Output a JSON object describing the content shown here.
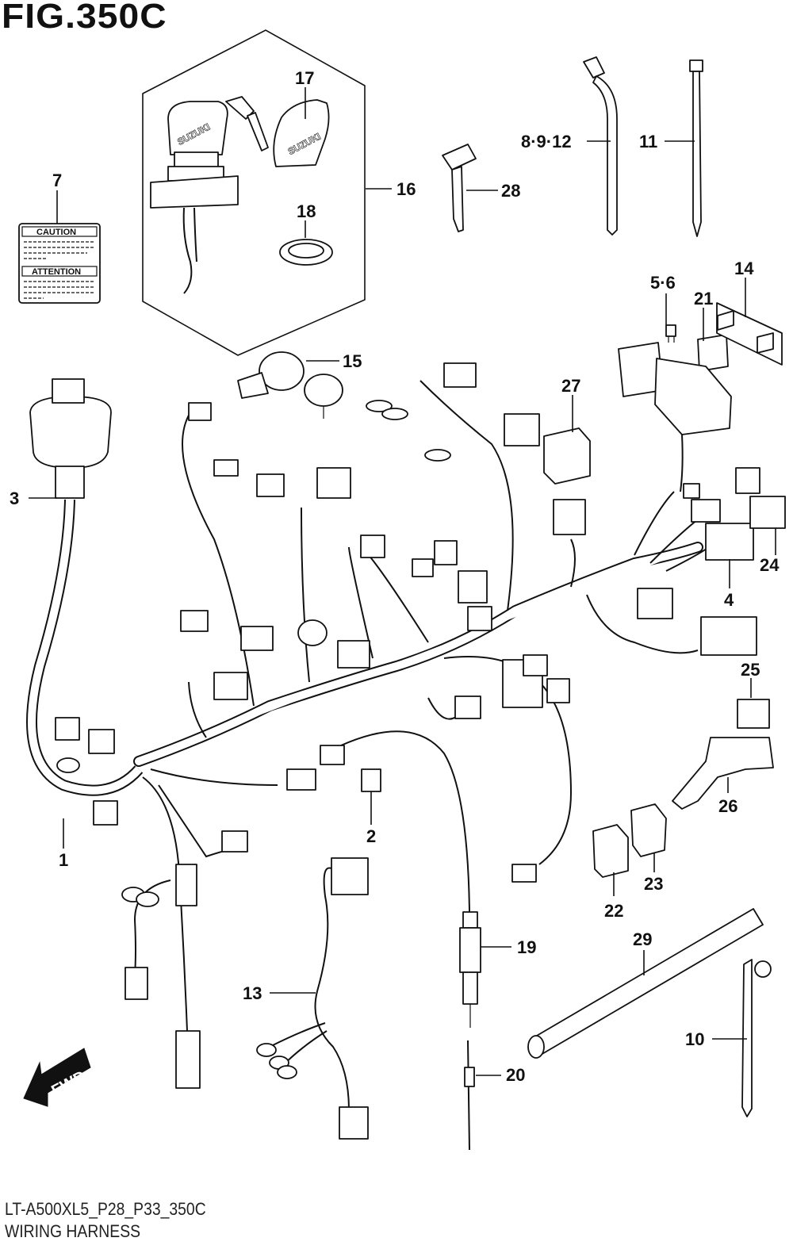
{
  "figure": {
    "title": "FIG.350C",
    "diagram_code": "LT-A500XL5_P28_P33_350C",
    "section_name": "WIRING HARNESS"
  },
  "callouts": {
    "c1": "1",
    "c2": "2",
    "c3": "3",
    "c4": "4",
    "c5_6": "5·6",
    "c7": "7",
    "c8_9_12": "8·9·12",
    "c10": "10",
    "c11": "11",
    "c13": "13",
    "c14": "14",
    "c15": "15",
    "c16": "16",
    "c17": "17",
    "c18": "18",
    "c19": "19",
    "c20": "20",
    "c21": "21",
    "c22": "22",
    "c23": "23",
    "c24": "24",
    "c25": "25",
    "c26": "26",
    "c27": "27",
    "c28": "28",
    "c29": "29"
  },
  "label_plate": {
    "caution": "CAUTION",
    "attention": "ATTENTION"
  },
  "key_logo": "SUZUKI",
  "direction_arrow": "FWD"
}
